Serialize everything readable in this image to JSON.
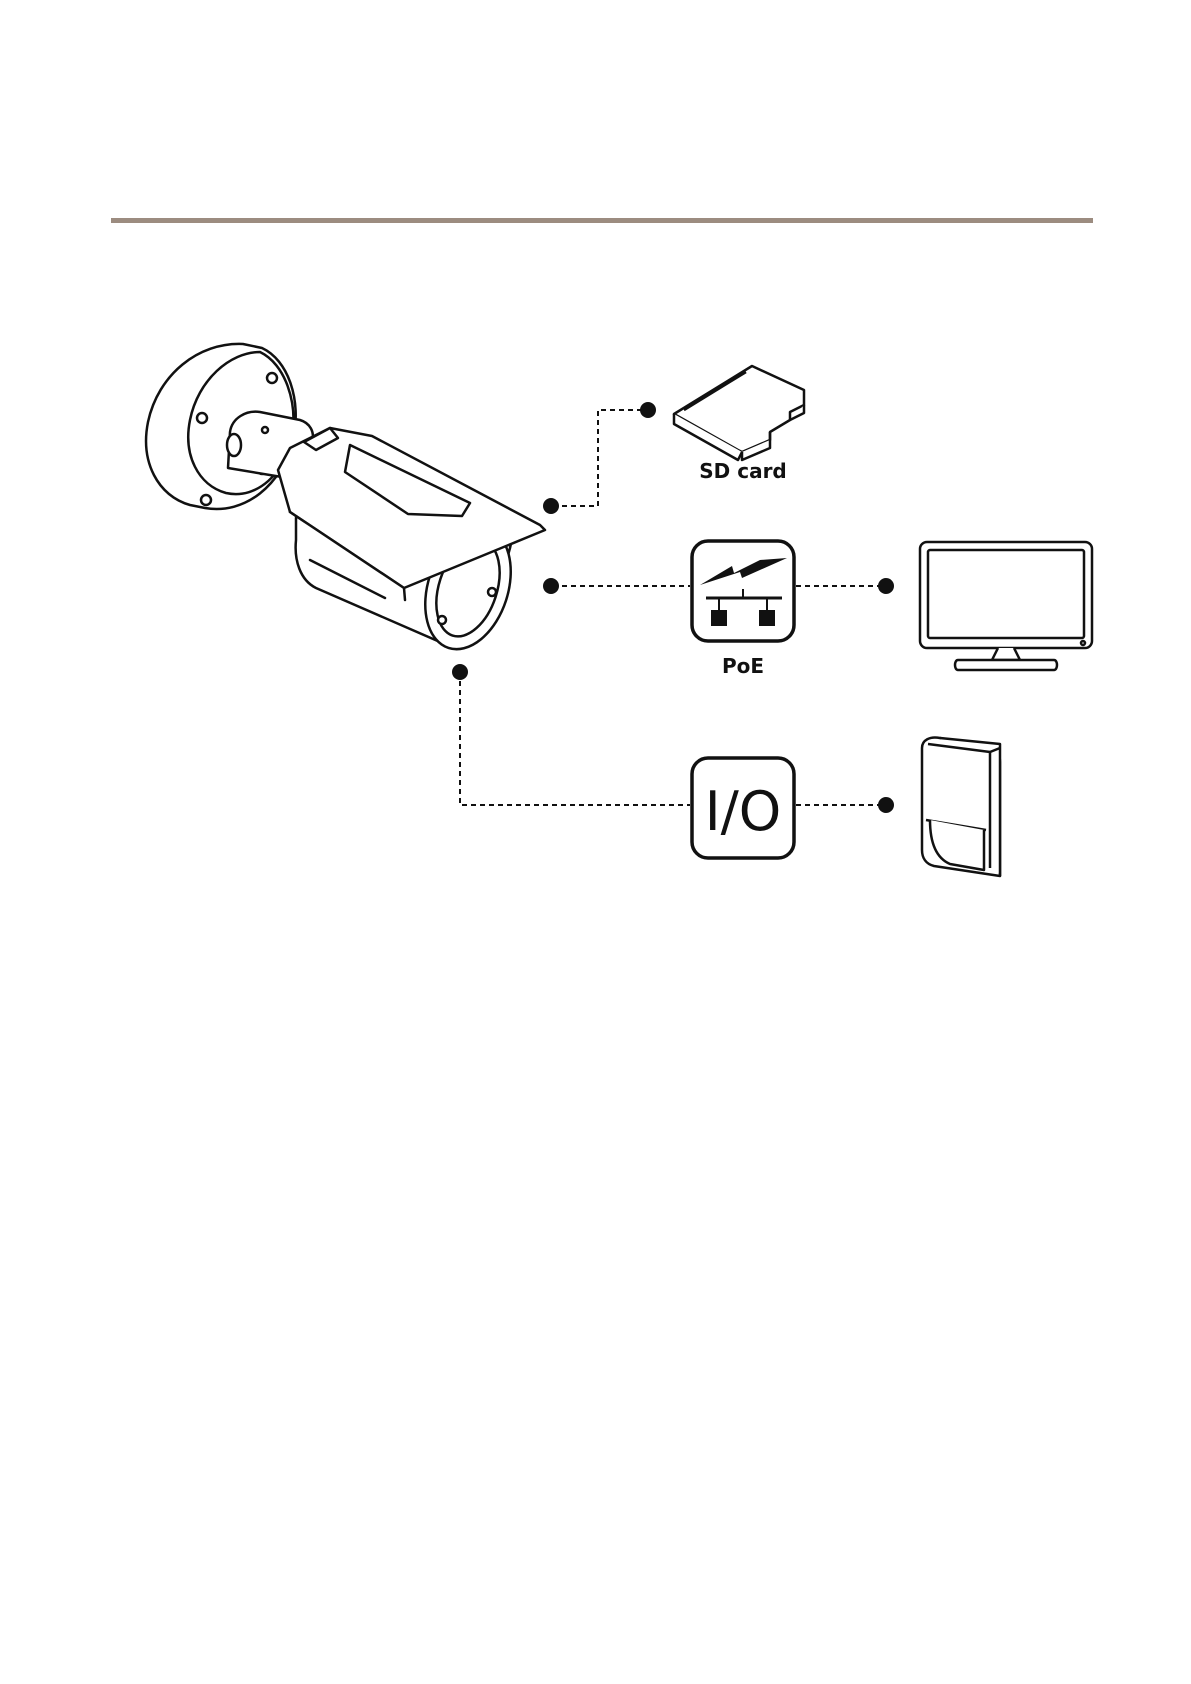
{
  "page": {
    "rule_color": "#9c8c80"
  },
  "labels": {
    "sd_card": "SD card",
    "poe": "PoE",
    "io": "I/O"
  },
  "colors": {
    "stroke": "#111111",
    "background": "#ffffff"
  },
  "icons": {
    "camera": "bullet-camera-icon",
    "sd_card": "sd-card-icon",
    "poe": "network-power-icon",
    "monitor": "monitor-icon",
    "io": "io-module-icon",
    "sensor": "motion-sensor-icon"
  }
}
